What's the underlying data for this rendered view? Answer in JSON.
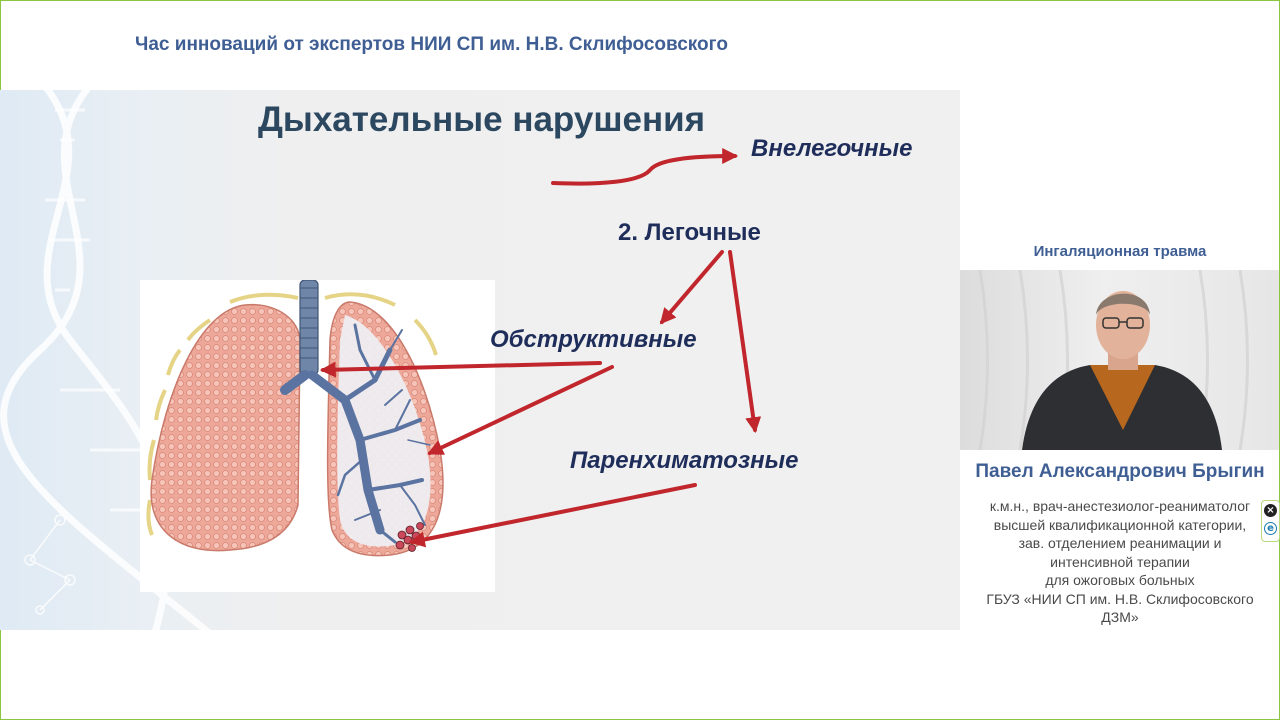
{
  "header": {
    "title": "Час инноваций от экспертов НИИ СП им. Н.В. Склифосовского"
  },
  "slide": {
    "heading": "Дыхательные нарушения",
    "labels": {
      "extrapulmonary": "Внелегочные",
      "pulmonary": "2.  Легочные",
      "obstructive": "Обструктивные",
      "parenchymal": "Паренхиматозные"
    },
    "arrow_color": "#c0262c",
    "lung_illustration": "lungs-bronchi-illustration"
  },
  "sidebar": {
    "topic": "Ингаляционная травма",
    "speaker": {
      "name": "Павел Александрович Брыгин",
      "bio_lines": [
        "к.м.н., врач-анестезиолог-реаниматолог",
        "высшей квалификационной категории,",
        "зав. отделением реанимации и",
        "интенсивной терапии",
        "для ожоговых больных",
        "ГБУЗ «НИИ СП им. Н.В. Склифосовского",
        "ДЗМ»"
      ]
    }
  },
  "widget": {
    "close_icon": "close-icon",
    "extension_icon": "e-letter-icon"
  },
  "colors": {
    "brand_blue": "#3f5e94",
    "frame_green": "#8cc63f",
    "label_navy": "#1e2d5a"
  }
}
